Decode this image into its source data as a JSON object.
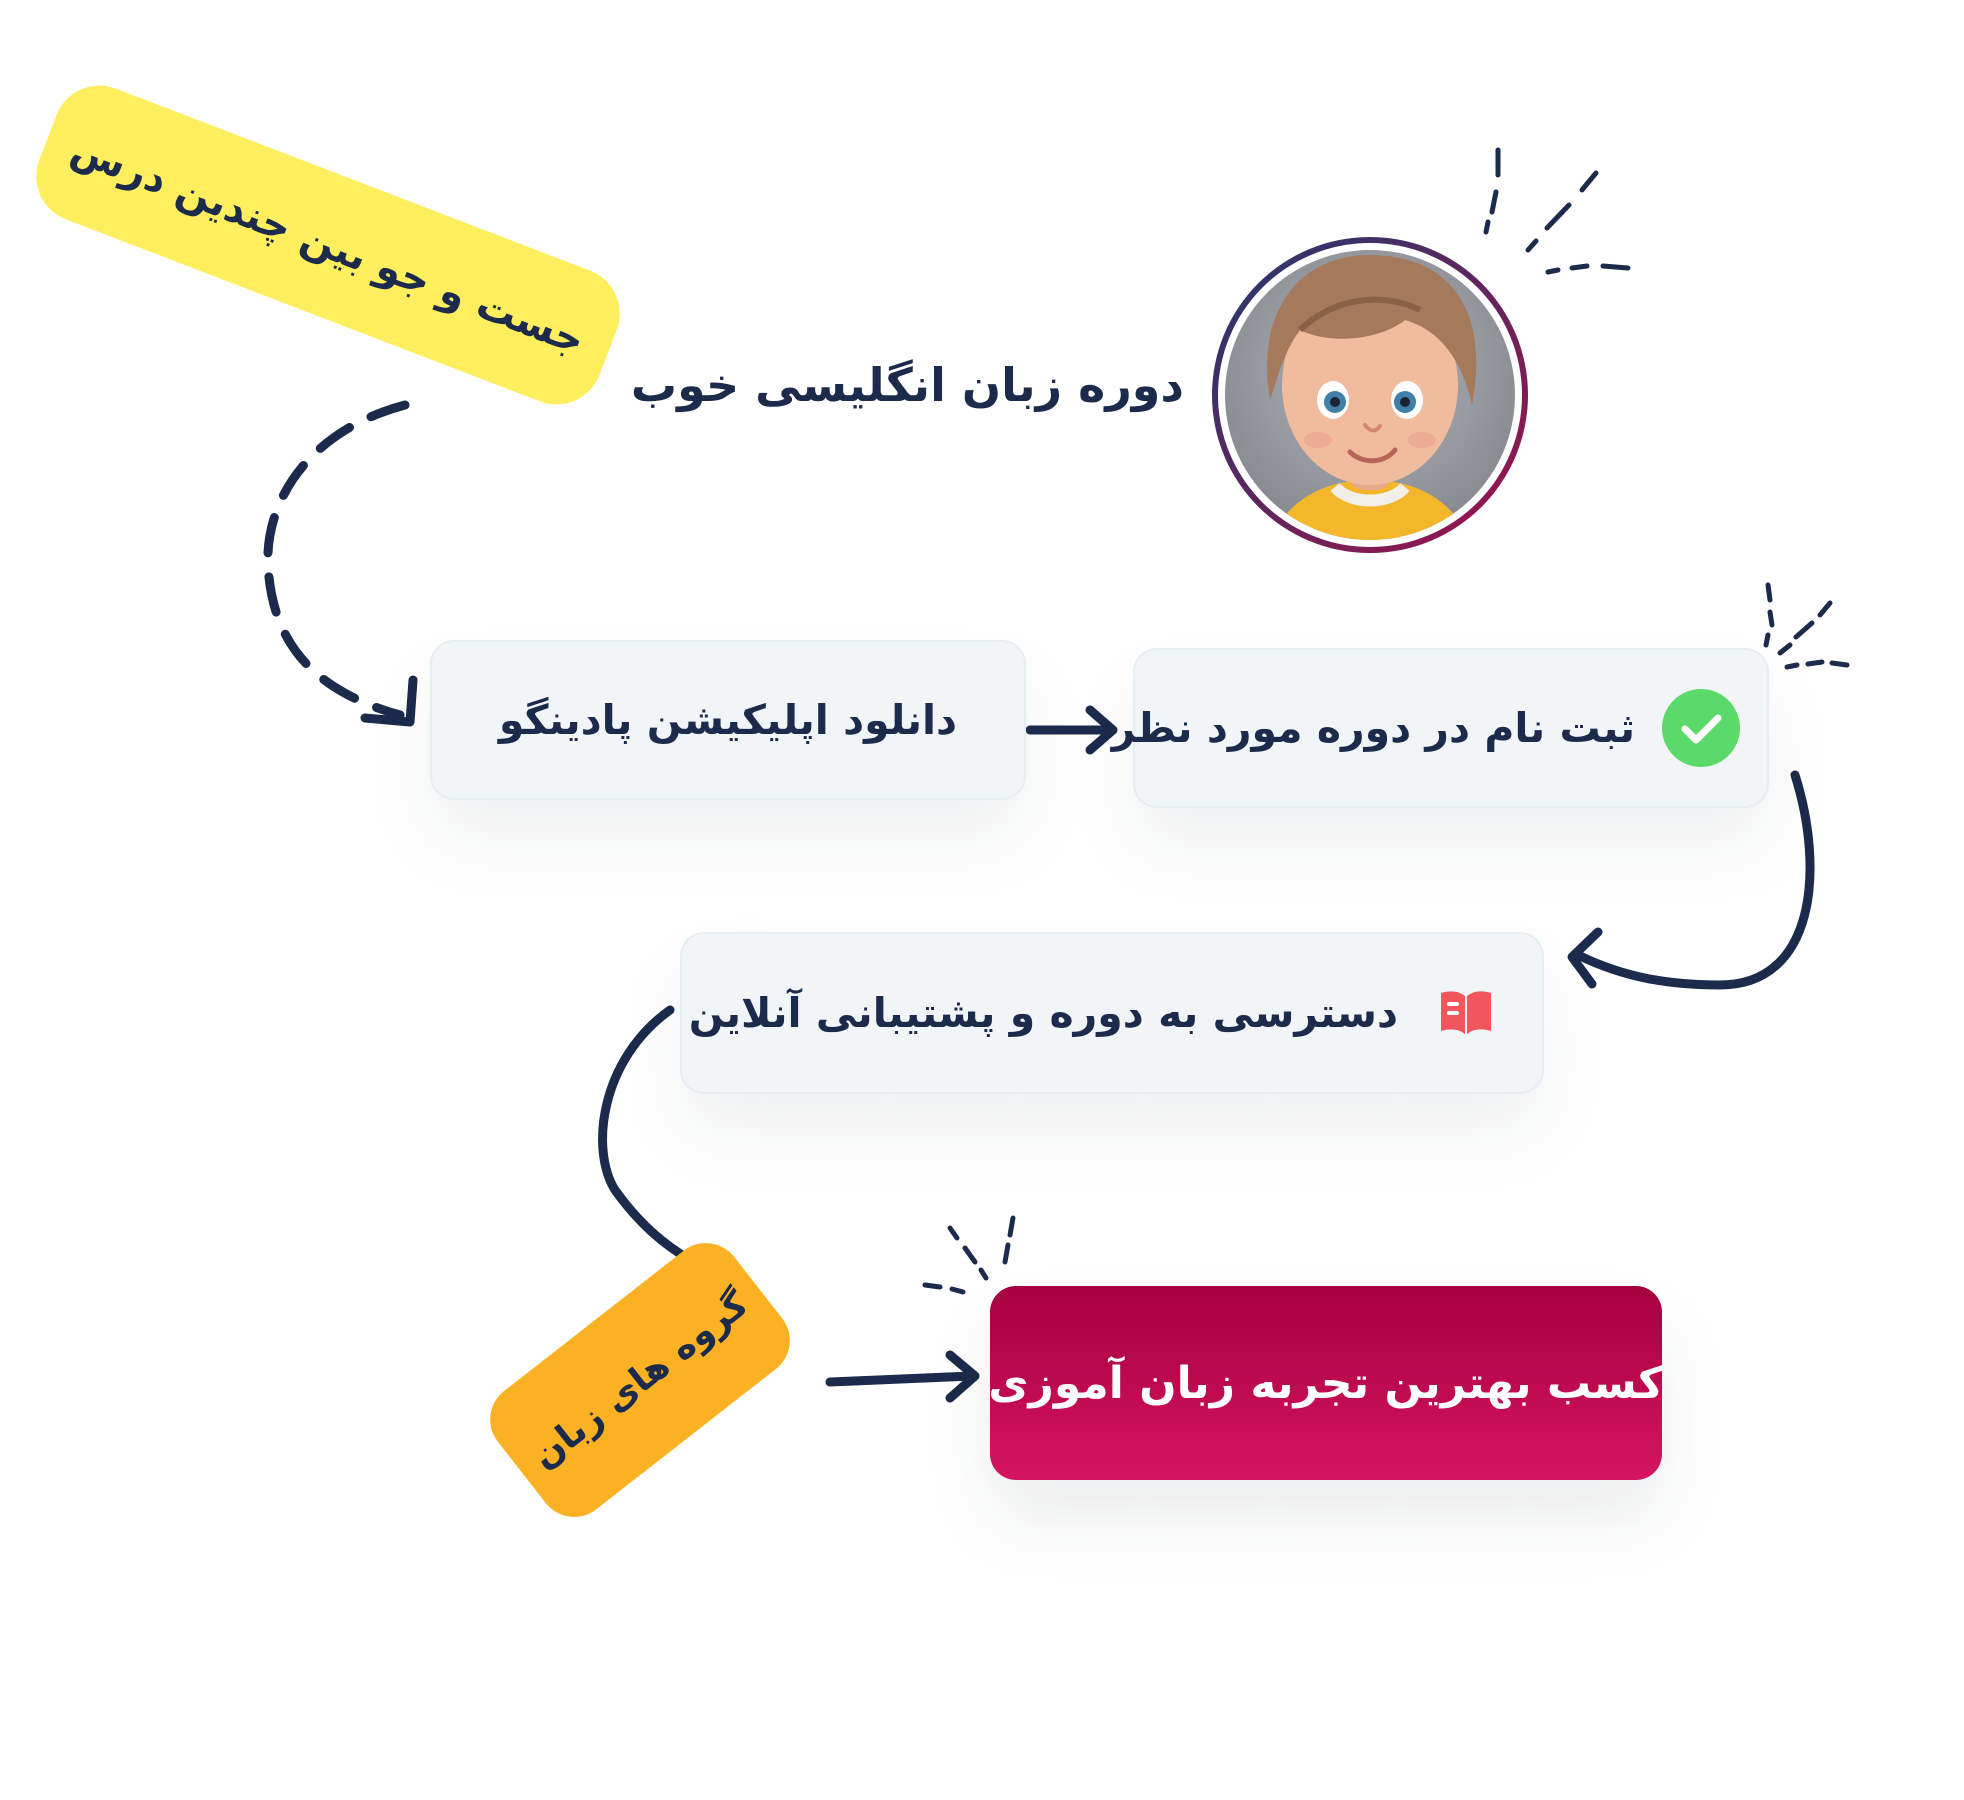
{
  "header": {
    "course_title": "دوره زبان انگلیسی خوب",
    "avatar_icon": "cartoon-child-avatar"
  },
  "tags": {
    "search": "جست و جو بین چندین درس",
    "groups": "گروه های زبان"
  },
  "steps": [
    {
      "label": "دانلود اپلیکیشن پادینگو"
    },
    {
      "label": "ثبت نام در دوره مورد نظر",
      "icon": "check-circle-icon"
    },
    {
      "label": "دسترسی به دوره و پشتیبانی آنلاین",
      "icon": "book-icon"
    }
  ],
  "goal": {
    "label": "کسب بهترین تجربه زبان آموزی"
  },
  "colors": {
    "ink": "#1c2b4b",
    "yellow_tag": "#ffee5e",
    "orange_tag": "#fbb124",
    "goal_top": "#a5003f",
    "goal_bottom": "#d5145f",
    "check_green": "#5cd96b",
    "book_red": "#f0565b",
    "card_bg": "#f1f5f7"
  }
}
